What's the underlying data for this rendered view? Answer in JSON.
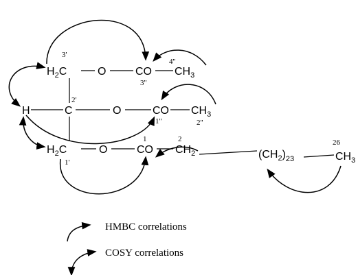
{
  "atoms": {
    "h2c_top": {
      "main": "H",
      "sub": "2",
      "tail": "C"
    },
    "o_top": "O",
    "co_top": "CO",
    "ch3_top": {
      "main": "CH",
      "sub": "3"
    },
    "h_mid": "H",
    "c_mid": "C",
    "o_mid": "O",
    "co_mid": "CO",
    "ch3_mid": {
      "main": "CH",
      "sub": "3"
    },
    "h2c_bot": {
      "main": "H",
      "sub": "2",
      "tail": "C"
    },
    "o_bot": "O",
    "co_bot": "CO",
    "ch2_bot": {
      "main": "CH",
      "sub": "2"
    },
    "chain": {
      "main": "(CH",
      "sub": "2",
      "close": ")",
      "n": "23"
    },
    "ch3_end": {
      "main": "CH",
      "sub": "3"
    }
  },
  "numbers": {
    "n3p": "3'",
    "n4pp": "4''",
    "n3pp": "3''",
    "n2p": "2'",
    "n1pp": "1''",
    "n2pp": "2''",
    "n1": "1",
    "n2": "2",
    "n26": "26",
    "n1p": "1'"
  },
  "legend": {
    "hmbc": "HMBC correlations",
    "cosy": "COSY correlations"
  }
}
